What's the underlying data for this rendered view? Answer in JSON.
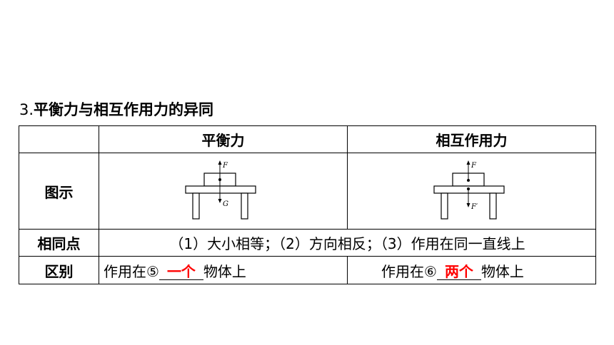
{
  "heading": {
    "number": "3.",
    "text": "平衡力与相互作用力的异同"
  },
  "table": {
    "columns": [
      "",
      "平衡力",
      "相互作用力"
    ],
    "rows": {
      "figure_label": "图示",
      "same_label": "相同点",
      "same_text": "（1）大小相等；（2）方向相反；（3）作用在同一直线上",
      "diff_label": "区别",
      "balance": {
        "prefix": "作用在⑤",
        "answer": "一个",
        "suffix": "物体上"
      },
      "interaction": {
        "prefix": "作用在⑥",
        "answer": "两个",
        "suffix": "物体上"
      }
    }
  },
  "figures": {
    "balance": {
      "force_up": "F",
      "force_down": "G"
    },
    "interaction": {
      "force_up": "F",
      "force_down": "F′"
    }
  },
  "colors": {
    "answer": "#ff0000",
    "border": "#000000"
  }
}
